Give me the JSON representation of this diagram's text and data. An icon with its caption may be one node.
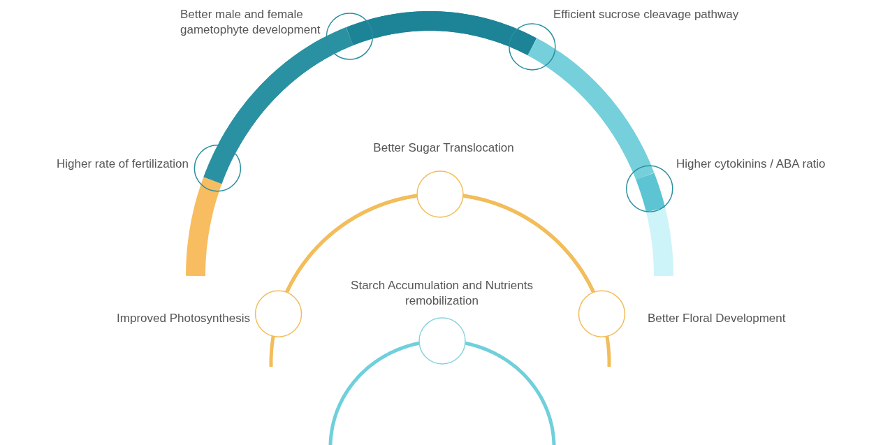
{
  "diagram": {
    "nodes": [
      {
        "text": [],
        "shape": "circle",
        "beside": [
          "Better male and female gametophyte development"
        ]
      },
      {
        "text": [],
        "shape": "circle",
        "beside": [
          "Efficient sucrose cleavage pathway"
        ]
      },
      {
        "text": [],
        "shape": "circle",
        "beside": [
          "Higher rate of fertilization"
        ]
      },
      {
        "text": [],
        "shape": "circle",
        "beside": [
          "Higher cytokinins / ABA ratio"
        ]
      },
      {
        "text": [],
        "shape": "circle",
        "beside": [
          "Better Sugar Translocation"
        ]
      },
      {
        "text": [],
        "shape": "circle",
        "beside": [
          "Improved Photosynthesis"
        ]
      },
      {
        "text": [],
        "shape": "circle",
        "beside": [
          "Better Floral Development"
        ]
      },
      {
        "text": [],
        "shape": "circle",
        "beside": [
          "Starch Accumulation and Nutrients remobilization"
        ]
      }
    ],
    "edges": [
      {
        "from": 2,
        "to": 0,
        "arrow": "none",
        "color": "#2a91a2"
      },
      {
        "from": 0,
        "to": 1,
        "arrow": "none",
        "color": "#1d8396"
      },
      {
        "from": 1,
        "to": 3,
        "arrow": "none",
        "color": "#76d0db"
      },
      {
        "from": 5,
        "to": 4,
        "arrow": "none"
      },
      {
        "from": 4,
        "to": 6,
        "arrow": "none"
      }
    ]
  }
}
